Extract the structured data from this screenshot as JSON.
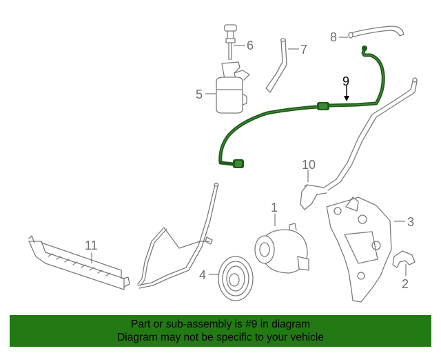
{
  "callouts": {
    "c1": "1",
    "c2": "2",
    "c3": "3",
    "c4": "4",
    "c5": "5",
    "c6": "6",
    "c7": "7",
    "c8": "8",
    "c9": "9",
    "c10": "10",
    "c11": "11"
  },
  "highlight_part": "9",
  "banner": {
    "line1": "Part or sub-assembly is #9 in diagram",
    "line2": "Diagram may not be specific to your vehicle"
  },
  "colors": {
    "highlight": "#1f5a1a",
    "banner_bg": "#237a14",
    "parts": "#7a7a7a"
  }
}
